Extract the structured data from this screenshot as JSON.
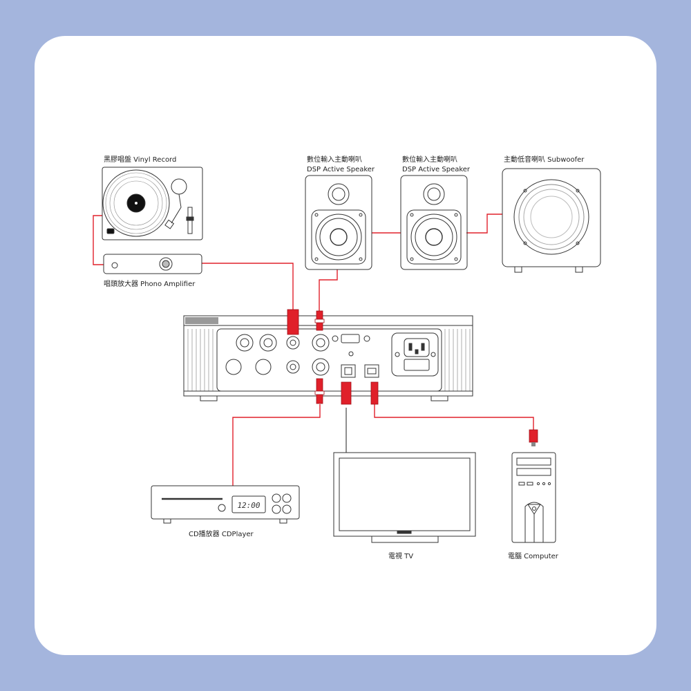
{
  "colors": {
    "background": "#a4b5dd",
    "card": "#ffffff",
    "cable": "#e0202a",
    "line": "#333333"
  },
  "labels": {
    "vinyl": "黑膠唱盤  Vinyl Record",
    "speaker1_zh": "數位輸入主動喇叭",
    "speaker1_en": "DSP Active Speaker",
    "speaker2_zh": "數位輸入主動喇叭",
    "speaker2_en": "DSP Active Speaker",
    "subwoofer": "主動低音喇叭  Subwoofer",
    "phono": "唱頭放大器  Phono Amplifier",
    "cd": "CD播放器  CDPlayer",
    "tv": "電視  TV",
    "computer": "電腦  Computer"
  },
  "cd_display": "12:00"
}
